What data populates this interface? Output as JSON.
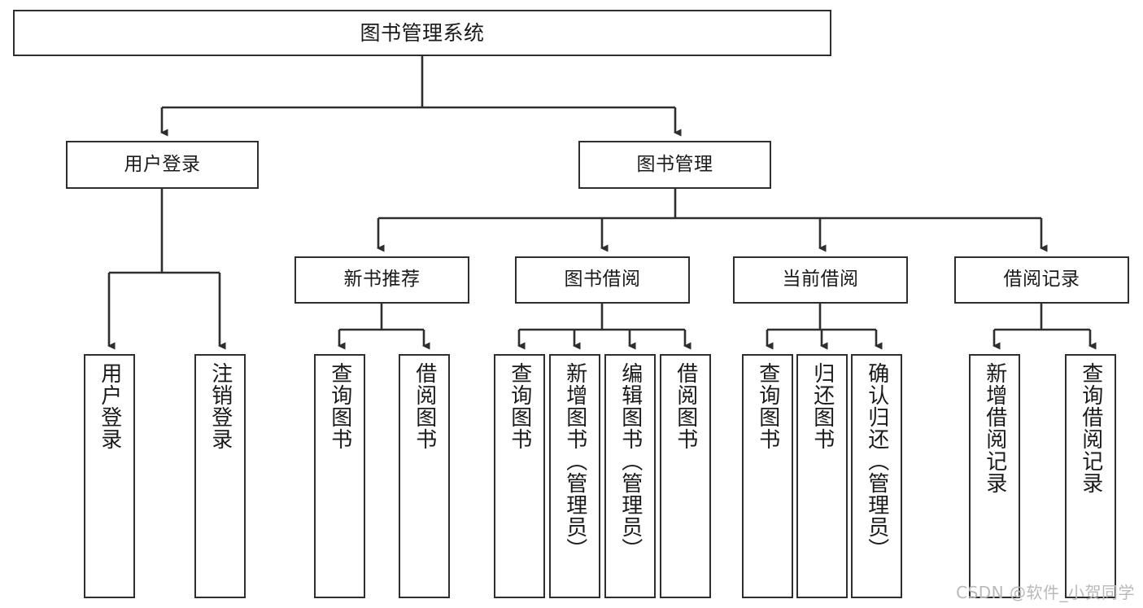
{
  "diagram": {
    "title": "图书管理系统",
    "type": "hierarchy-tree",
    "colors": {
      "box_border": "#2e2e2e",
      "box_fill": "#ffffff",
      "connector": "#2e2e2e",
      "watermark": "#b9b9b9",
      "background": "#ffffff"
    },
    "root": {
      "label": "图书管理系统"
    },
    "level1": [
      {
        "label": "用户登录"
      },
      {
        "label": "图书管理"
      }
    ],
    "level2": [
      {
        "label": "新书推荐"
      },
      {
        "label": "图书借阅"
      },
      {
        "label": "当前借阅"
      },
      {
        "label": "借阅记录"
      }
    ],
    "leaves": {
      "user_login": [
        {
          "label": "用户登录"
        },
        {
          "label": "注销登录"
        }
      ],
      "new_book_recommend": [
        {
          "label": "查询图书"
        },
        {
          "label": "借阅图书"
        }
      ],
      "book_borrow": [
        {
          "label": "查询图书"
        },
        {
          "label": "新增图书（管理员）"
        },
        {
          "label": "编辑图书（管理员）"
        },
        {
          "label": "借阅图书"
        }
      ],
      "current_borrow": [
        {
          "label": "查询图书"
        },
        {
          "label": "归还图书"
        },
        {
          "label": "确认归还（管理员）"
        }
      ],
      "borrow_record": [
        {
          "label": "新增借阅记录"
        },
        {
          "label": "查询借阅记录"
        }
      ]
    },
    "watermark": "CSDN @软件_小贺同学"
  }
}
